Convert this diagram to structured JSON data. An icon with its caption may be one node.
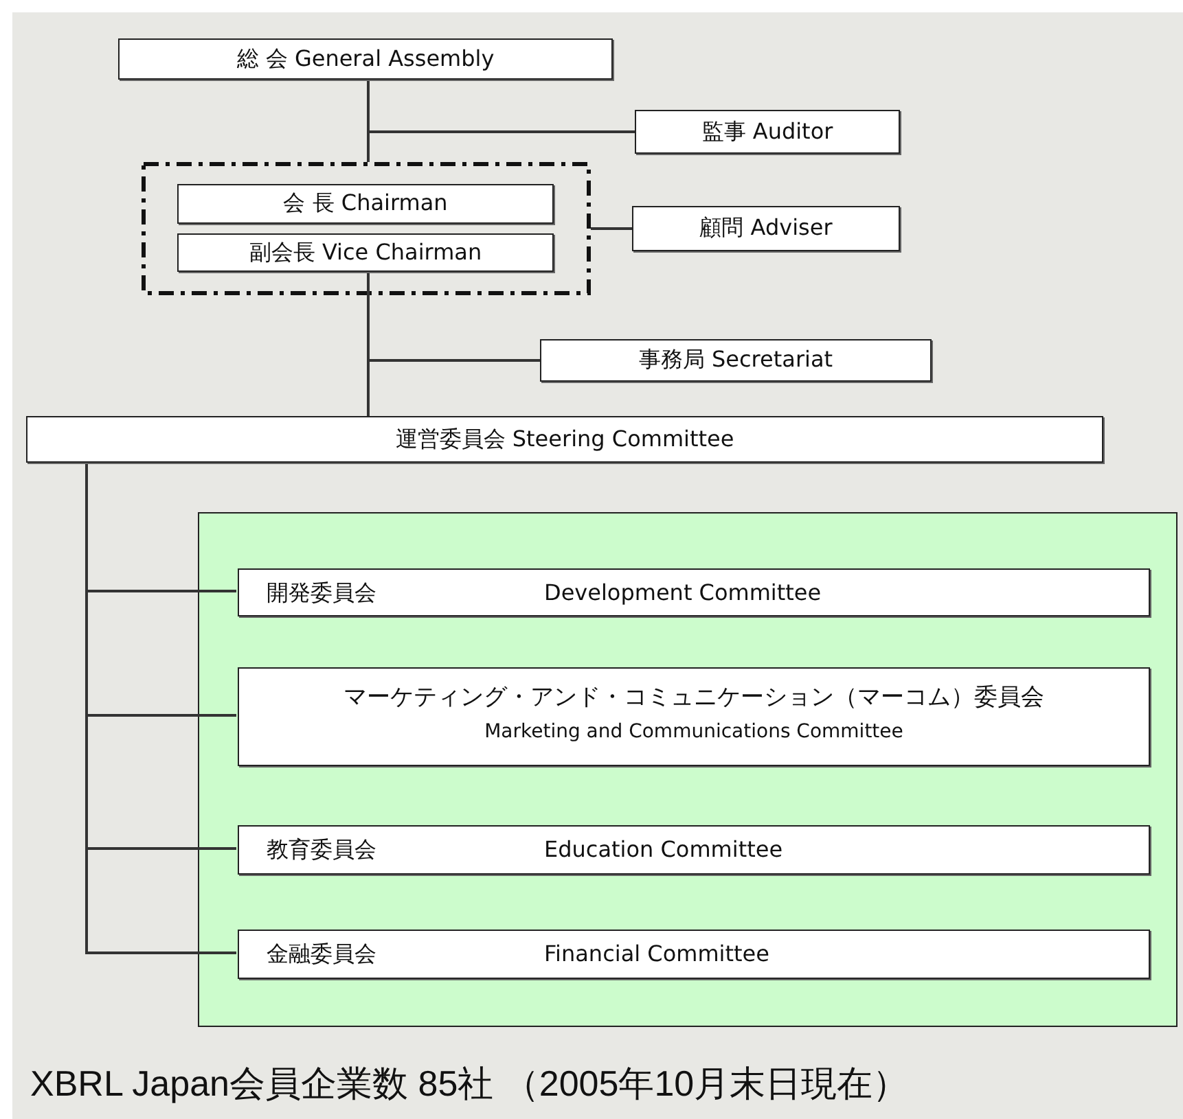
{
  "diagram": {
    "nodes": [
      {
        "text": [
          "総 会 General Assembly"
        ]
      },
      {
        "text": [
          "監事 Auditor"
        ]
      },
      {
        "text": [],
        "shape": "box"
      },
      {
        "text": [
          "会 長 Chairman"
        ],
        "in": 2
      },
      {
        "text": [
          "副会長 Vice Chairman"
        ],
        "in": 2
      },
      {
        "text": [
          "顧問 Adviser"
        ]
      },
      {
        "text": [
          "事務局 Secretariat"
        ]
      },
      {
        "text": [
          "運営委員会 Steering Committee"
        ]
      },
      {
        "text": [],
        "shape": "box"
      },
      {
        "text": [
          "開発委員会",
          "Development Committee"
        ],
        "in": 8
      },
      {
        "text": [
          "マーケティング・アンド・コミュニケーション（マーコム）委員会",
          "Marketing and Communications Committee"
        ],
        "in": 8
      },
      {
        "text": [
          "教育委員会",
          "Education Committee"
        ],
        "in": 8
      },
      {
        "text": [
          "金融委員会",
          "Financial Committee"
        ],
        "in": 8
      }
    ],
    "edges": [
      {
        "from": 0,
        "to": 2,
        "arrow": "none"
      },
      {
        "from": 0,
        "to": 1,
        "arrow": "none"
      },
      {
        "from": 2,
        "to": 5,
        "arrow": "none"
      },
      {
        "from": 4,
        "to": 7,
        "arrow": "none"
      },
      {
        "from": 4,
        "to": 6,
        "arrow": "none"
      },
      {
        "from": 7,
        "to": 9,
        "arrow": "none"
      },
      {
        "from": 7,
        "to": 10,
        "arrow": "none"
      },
      {
        "from": 7,
        "to": 11,
        "arrow": "none"
      },
      {
        "from": 7,
        "to": 12,
        "arrow": "none"
      }
    ],
    "labels": [
      "XBRL Japan会員企業数 85社 （2005年10月末日現在）"
    ]
  }
}
